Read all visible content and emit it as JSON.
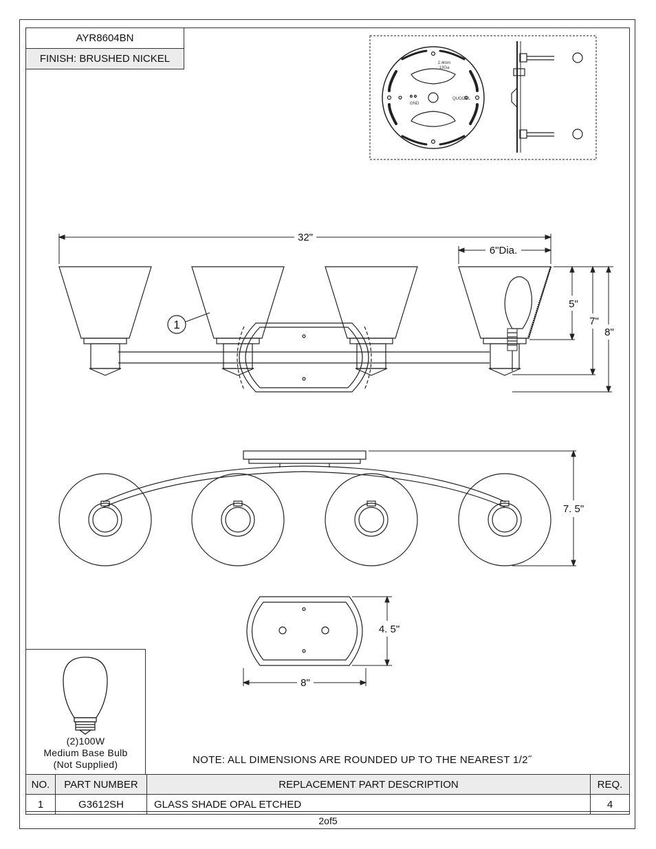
{
  "header": {
    "model": "AYR8604BN",
    "finish": "FINISH: BRUSHED NICKEL"
  },
  "mount_plate": {
    "label_top": "2.4mm",
    "label_top2": "13Ga",
    "brand": "QUOIZEL",
    "gnd": "GND"
  },
  "dimensions": {
    "width": "32\"",
    "shade_dia": "6\"Dia.",
    "d5": "5\"",
    "d7": "7\"",
    "d8": "8\"",
    "depth": "7. 5\"",
    "backplate_h": "4. 5\"",
    "backplate_w": "8\""
  },
  "callout": "1",
  "bulb": {
    "line1": "(2)100W",
    "line2": "Medium Base Bulb",
    "line3": "(Not Supplied)"
  },
  "note": "NOTE:  ALL DIMENSIONS ARE ROUNDED UP TO THE NEAREST  1/2˝",
  "parts_table": {
    "headers": {
      "no": "NO.",
      "part": "PART NUMBER",
      "desc": "REPLACEMENT PART DESCRIPTION",
      "req": "REQ."
    },
    "rows": [
      {
        "no": "1",
        "part": "G3612SH",
        "desc": "GLASS SHADE OPAL ETCHED",
        "req": "4"
      }
    ]
  },
  "page": "2of5"
}
